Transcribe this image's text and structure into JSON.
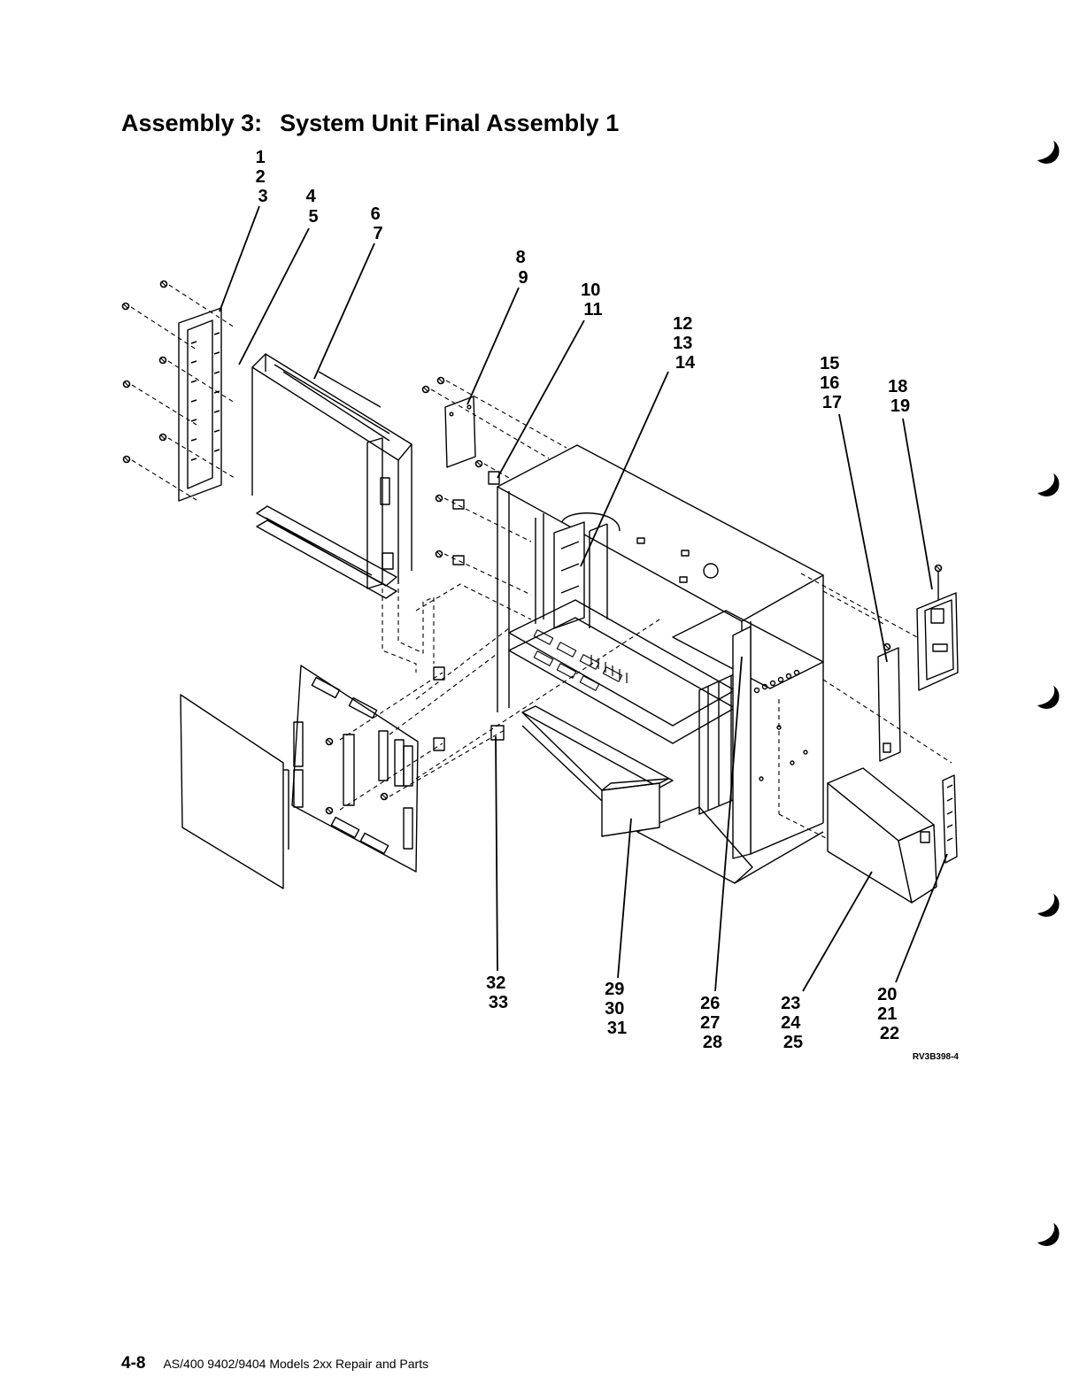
{
  "page": {
    "title_prefix": "Assembly 3:",
    "title_main": "System Unit Final Assembly 1",
    "figure_id": "RV3B398-4",
    "page_number": "4-8",
    "footer_text": "AS/400 9402/9404 Models 2xx Repair and Parts"
  },
  "callouts": [
    {
      "name": "callout-1-2-3",
      "lines": [
        "1",
        "2",
        "3"
      ]
    },
    {
      "name": "callout-4-5",
      "lines": [
        "4",
        "5"
      ]
    },
    {
      "name": "callout-6-7",
      "lines": [
        "6",
        "7"
      ]
    },
    {
      "name": "callout-8-9",
      "lines": [
        "8",
        "9"
      ]
    },
    {
      "name": "callout-10-11",
      "lines": [
        "10",
        "11"
      ]
    },
    {
      "name": "callout-12-13-14",
      "lines": [
        "12",
        "13",
        "14"
      ]
    },
    {
      "name": "callout-15-16-17",
      "lines": [
        "15",
        "16",
        "17"
      ]
    },
    {
      "name": "callout-18-19",
      "lines": [
        "18",
        "19"
      ]
    },
    {
      "name": "callout-32-33",
      "lines": [
        "32",
        "33"
      ]
    },
    {
      "name": "callout-29-30-31",
      "lines": [
        "29",
        "30",
        "31"
      ]
    },
    {
      "name": "callout-26-27-28",
      "lines": [
        "26",
        "27",
        "28"
      ]
    },
    {
      "name": "callout-23-24-25",
      "lines": [
        "23",
        "24",
        "25"
      ]
    },
    {
      "name": "callout-20-21-22",
      "lines": [
        "20",
        "21",
        "22"
      ]
    }
  ],
  "colors": {
    "ink": "#000000",
    "paper": "#ffffff"
  },
  "icons": [
    "binder-punch-mark-icon"
  ]
}
